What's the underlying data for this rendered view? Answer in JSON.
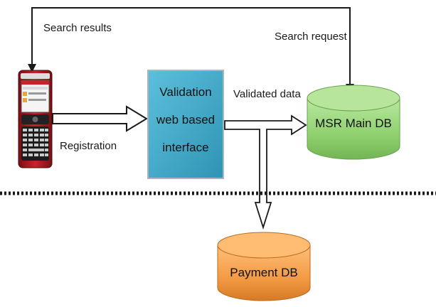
{
  "labels": {
    "search_results": "Search results",
    "search_request": "Search request",
    "registration": "Registration",
    "validated_data": "Validated data"
  },
  "validation_box": {
    "line1": "Validation",
    "line2": "web based",
    "line3": "interface"
  },
  "msr_db": {
    "label": "MSR Main DB"
  },
  "payment_db": {
    "label": "Payment DB"
  },
  "phone": {
    "icon": "smartphone-icon"
  },
  "colors": {
    "validation_box": "#44a9c6",
    "msr_db": "#8fd16f",
    "payment_db": "#f39a44",
    "lines": "#1a1a1a"
  }
}
